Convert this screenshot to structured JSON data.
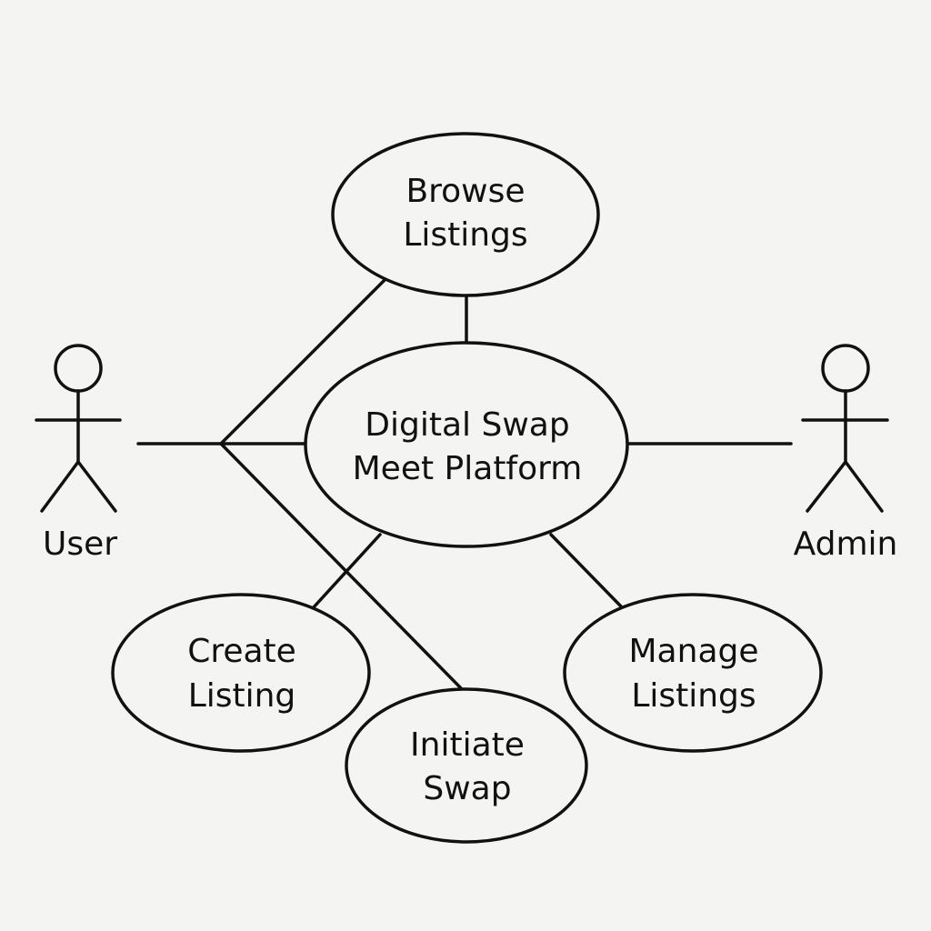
{
  "actors": {
    "user": {
      "label": "User"
    },
    "admin": {
      "label": "Admin"
    }
  },
  "use_cases": {
    "browse_listings": {
      "line1": "Browse",
      "line2": "Listings"
    },
    "platform": {
      "line1": "Digital Swap",
      "line2": "Meet Platform"
    },
    "create_listing": {
      "line1": "Create",
      "line2": "Listing"
    },
    "initiate_swap": {
      "line1": "Initiate",
      "line2": "Swap"
    },
    "manage_listings": {
      "line1": "Manage",
      "line2": "Listings"
    }
  },
  "colors": {
    "background": "#f4f4f2",
    "stroke": "#111111"
  }
}
